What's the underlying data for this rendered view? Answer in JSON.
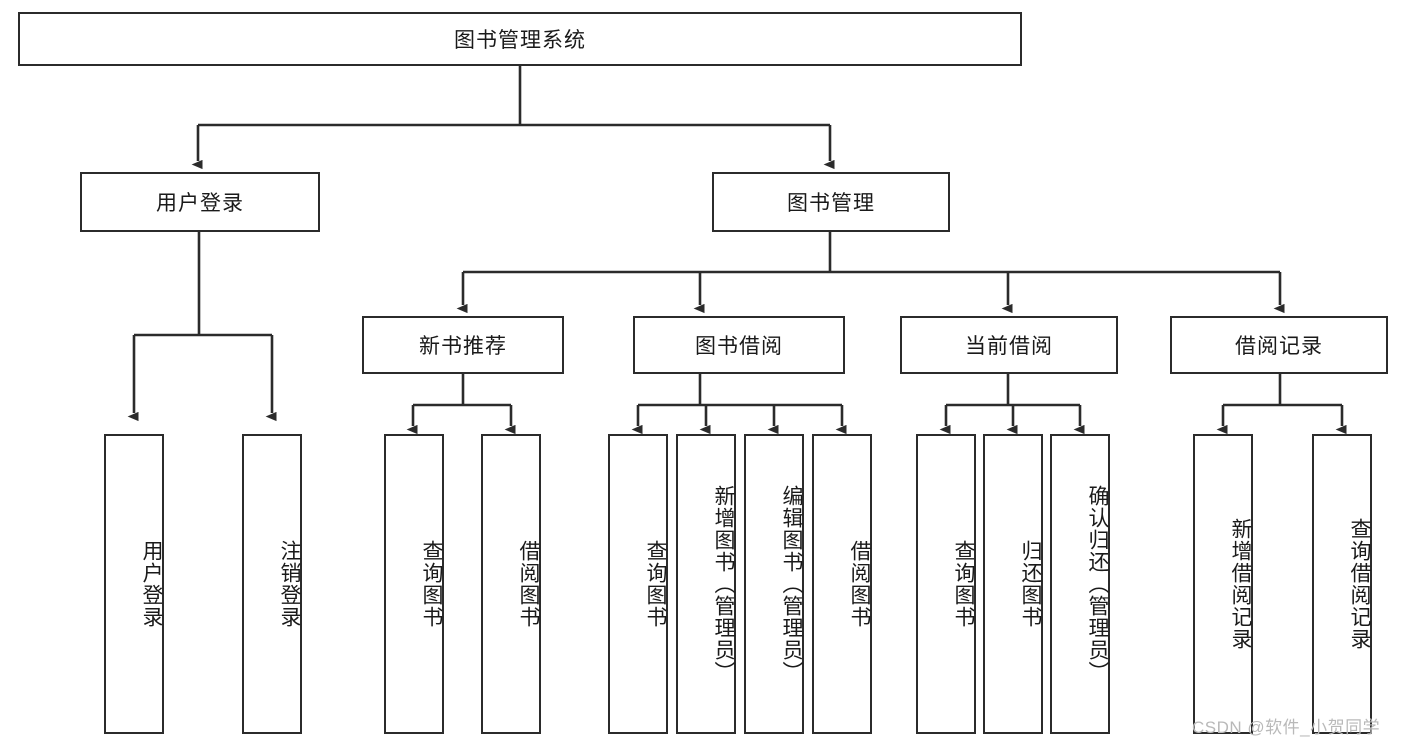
{
  "diagram": {
    "title": "图书管理系统",
    "type": "hierarchy-tree",
    "root": {
      "label": "图书管理系统"
    },
    "level2": [
      {
        "label": "用户登录"
      },
      {
        "label": "图书管理"
      }
    ],
    "level3": [
      {
        "label": "新书推荐"
      },
      {
        "label": "图书借阅"
      },
      {
        "label": "当前借阅"
      },
      {
        "label": "借阅记录"
      }
    ],
    "leaves": {
      "user_login": [
        {
          "label": "用户登录"
        },
        {
          "label": "注销登录"
        }
      ],
      "new_book_recommend": [
        {
          "label": "查询图书"
        },
        {
          "label": "借阅图书"
        }
      ],
      "book_borrow": [
        {
          "label": "查询图书"
        },
        {
          "label": "新增图书（管理员）"
        },
        {
          "label": "编辑图书（管理员）"
        },
        {
          "label": "借阅图书"
        }
      ],
      "current_borrow": [
        {
          "label": "查询图书"
        },
        {
          "label": "归还图书"
        },
        {
          "label": "确认归还（管理员）"
        }
      ],
      "borrow_record": [
        {
          "label": "新增借阅记录"
        },
        {
          "label": "查询借阅记录"
        }
      ]
    }
  },
  "watermark": {
    "text": "CSDN @软件_小贺同学"
  },
  "colors": {
    "box_border": "#2b2b2b",
    "box_fill": "#ffffff",
    "edge": "#2b2b2b",
    "text": "#1a1a1a",
    "watermark": "#b9b9b9",
    "background": "#ffffff"
  }
}
